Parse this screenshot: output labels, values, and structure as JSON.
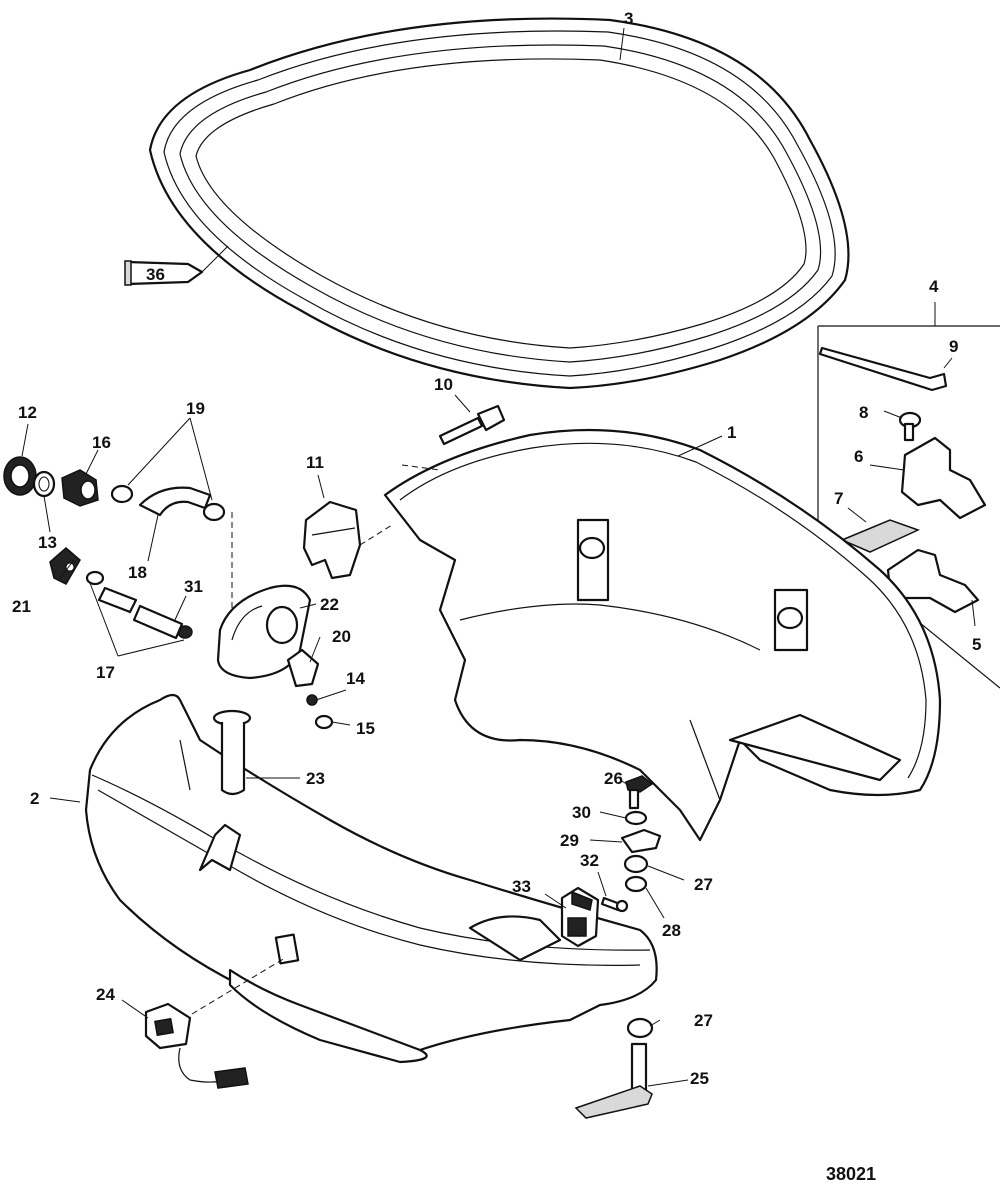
{
  "figure_number": "38021",
  "tube_label": "36",
  "callouts": [
    {
      "id": "c1",
      "text": "1"
    },
    {
      "id": "c2",
      "text": "2"
    },
    {
      "id": "c3",
      "text": "3"
    },
    {
      "id": "c4",
      "text": "4"
    },
    {
      "id": "c5",
      "text": "5"
    },
    {
      "id": "c6",
      "text": "6"
    },
    {
      "id": "c7",
      "text": "7"
    },
    {
      "id": "c8",
      "text": "8"
    },
    {
      "id": "c9",
      "text": "9"
    },
    {
      "id": "c10",
      "text": "10"
    },
    {
      "id": "c11",
      "text": "11"
    },
    {
      "id": "c12",
      "text": "12"
    },
    {
      "id": "c13",
      "text": "13"
    },
    {
      "id": "c14",
      "text": "14"
    },
    {
      "id": "c15",
      "text": "15"
    },
    {
      "id": "c16",
      "text": "16"
    },
    {
      "id": "c17",
      "text": "17"
    },
    {
      "id": "c18",
      "text": "18"
    },
    {
      "id": "c19",
      "text": "19"
    },
    {
      "id": "c20",
      "text": "20"
    },
    {
      "id": "c21",
      "text": "21"
    },
    {
      "id": "c22",
      "text": "22"
    },
    {
      "id": "c23",
      "text": "23"
    },
    {
      "id": "c24",
      "text": "24"
    },
    {
      "id": "c25",
      "text": "25"
    },
    {
      "id": "c26",
      "text": "26"
    },
    {
      "id": "c27a",
      "text": "27"
    },
    {
      "id": "c27b",
      "text": "27"
    },
    {
      "id": "c28",
      "text": "28"
    },
    {
      "id": "c29",
      "text": "29"
    },
    {
      "id": "c30",
      "text": "30"
    },
    {
      "id": "c31",
      "text": "31"
    },
    {
      "id": "c32",
      "text": "32"
    },
    {
      "id": "c33",
      "text": "33"
    }
  ]
}
